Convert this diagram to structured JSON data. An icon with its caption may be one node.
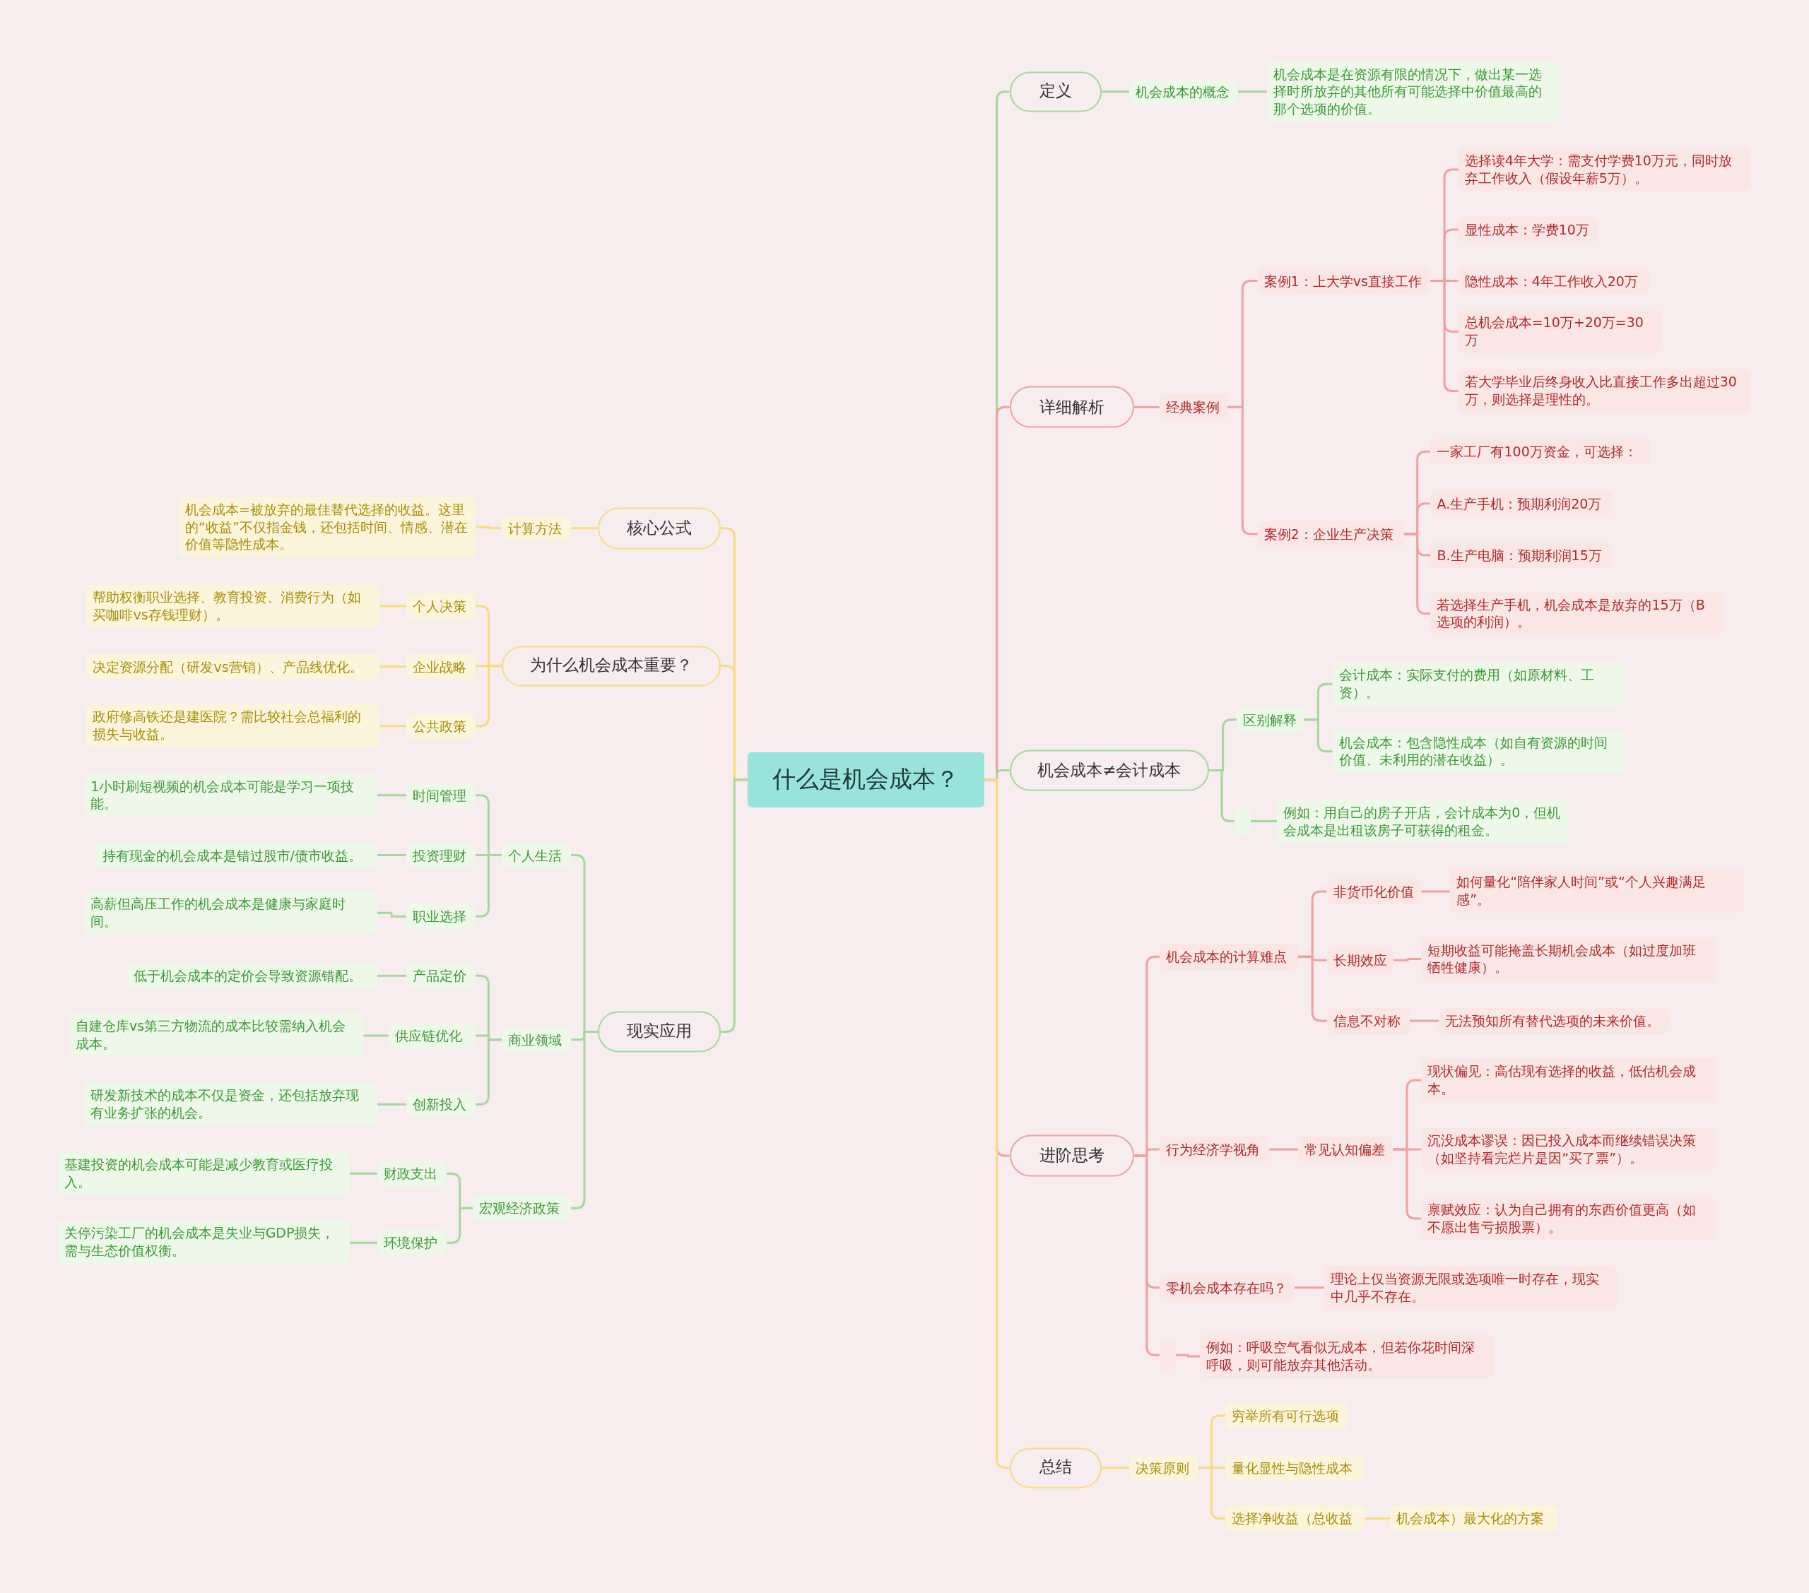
{
  "diagram": {
    "nodes": [
      {
        "text": [
          "什么是机会成本？"
        ]
      },
      {
        "text": [
          "定义"
        ]
      },
      {
        "text": [
          "机会成本的概念"
        ]
      },
      {
        "text": [
          "机会成本是在资源有限的情况下，做出某一选择时所放弃的其他所有可能选择中价值最高的那个选项的价值。"
        ]
      },
      {
        "text": [
          "详细解析"
        ]
      },
      {
        "text": [
          "经典案例"
        ]
      },
      {
        "text": [
          "案例1：上大学vs直接工作"
        ]
      },
      {
        "text": [
          "选择读4年大学：需支付学费10万元，同时放弃工作收入（假设年薪5万）。"
        ]
      },
      {
        "text": [
          "显性成本：学费10万"
        ]
      },
      {
        "text": [
          "隐性成本：4年工作收入20万"
        ]
      },
      {
        "text": [
          "总机会成本=10万+20万=30万"
        ]
      },
      {
        "text": [
          "若大学毕业后终身收入比直接工作多出超过30万，则选择是理性的。"
        ]
      },
      {
        "text": [
          "案例2：企业生产决策"
        ]
      },
      {
        "text": [
          "一家工厂有100万资金，可选择："
        ]
      },
      {
        "text": [
          "A.生产手机：预期利润20万"
        ]
      },
      {
        "text": [
          "B.生产电脑：预期利润15万"
        ]
      },
      {
        "text": [
          "若选择生产手机，机会成本是放弃的15万（B选项的利润）。"
        ]
      },
      {
        "text": [
          "机会成本≠会计成本"
        ]
      },
      {
        "text": [
          "区别解释"
        ]
      },
      {
        "text": [
          "会计成本：实际支付的费用（如原材料、工资）。"
        ]
      },
      {
        "text": [
          "机会成本：包含隐性成本（如自有资源的时间价值、未利用的潜在收益）。"
        ]
      },
      {
        "text": [],
        "shape": "box"
      },
      {
        "text": [
          "例如：用自己的房子开店，会计成本为0，但机会成本是出租该房子可获得的租金。"
        ]
      },
      {
        "text": [
          "进阶思考"
        ]
      },
      {
        "text": [
          "机会成本的计算难点"
        ]
      },
      {
        "text": [
          "非货币化价值"
        ]
      },
      {
        "text": [
          "如何量化“陪伴家人时间”或“个人兴趣满足感”。"
        ]
      },
      {
        "text": [
          "长期效应"
        ]
      },
      {
        "text": [
          "短期收益可能掩盖长期机会成本（如过度加班牺牲健康）。"
        ]
      },
      {
        "text": [
          "信息不对称"
        ]
      },
      {
        "text": [
          "无法预知所有替代选项的未来价值。"
        ]
      },
      {
        "text": [
          "行为经济学视角"
        ]
      },
      {
        "text": [
          "常见认知偏差"
        ]
      },
      {
        "text": [
          "现状偏见：高估现有选择的收益，低估机会成本。"
        ]
      },
      {
        "text": [
          "沉没成本谬误：因已投入成本而继续错误决策（如坚持看完烂片是因“买了票”）。"
        ]
      },
      {
        "text": [
          "禀赋效应：认为自己拥有的东西价值更高（如不愿出售亏损股票）。"
        ]
      },
      {
        "text": [
          "零机会成本存在吗？"
        ]
      },
      {
        "text": [
          "理论上仅当资源无限或选项唯一时存在，现实中几乎不存在。"
        ]
      },
      {
        "text": [],
        "shape": "box"
      },
      {
        "text": [
          "例如：呼吸空气看似无成本，但若你花时间深呼吸，则可能放弃其他活动。"
        ]
      },
      {
        "text": [
          "总结"
        ]
      },
      {
        "text": [
          "决策原则"
        ]
      },
      {
        "text": [
          "穷举所有可行选项"
        ]
      },
      {
        "text": [
          "量化显性与隐性成本"
        ]
      },
      {
        "text": [
          "选择净收益（总收益"
        ]
      },
      {
        "text": [
          "机会成本）最大化的方案"
        ]
      },
      {
        "text": [
          "核心公式"
        ]
      },
      {
        "text": [
          "计算方法"
        ]
      },
      {
        "text": [
          "机会成本=被放弃的最佳替代选择的收益。这里的“收益”不仅指金钱，还包括时间、情感、潜在价值等隐性成本。"
        ]
      },
      {
        "text": [
          "为什么机会成本重要？"
        ]
      },
      {
        "text": [
          "个人决策"
        ]
      },
      {
        "text": [
          "帮助权衡职业选择、教育投资、消费行为（如买咖啡vs存钱理财）。"
        ]
      },
      {
        "text": [
          "企业战略"
        ]
      },
      {
        "text": [
          "决定资源分配（研发vs营销）、产品线优化。"
        ]
      },
      {
        "text": [
          "公共政策"
        ]
      },
      {
        "text": [
          "政府修高铁还是建医院？需比较社会总福利的损失与收益。"
        ]
      },
      {
        "text": [
          "现实应用"
        ]
      },
      {
        "text": [
          "个人生活"
        ]
      },
      {
        "text": [
          "时间管理"
        ]
      },
      {
        "text": [
          "1小时刷短视频的机会成本可能是学习一项技能。"
        ]
      },
      {
        "text": [
          "投资理财"
        ]
      },
      {
        "text": [
          "持有现金的机会成本是错过股市/债市收益。"
        ]
      },
      {
        "text": [
          "职业选择"
        ]
      },
      {
        "text": [
          "高薪但高压工作的机会成本是健康与家庭时间。"
        ]
      },
      {
        "text": [
          "商业领域"
        ]
      },
      {
        "text": [
          "产品定价"
        ]
      },
      {
        "text": [
          "低于机会成本的定价会导致资源错配。"
        ]
      },
      {
        "text": [
          "供应链优化"
        ]
      },
      {
        "text": [
          "自建仓库vs第三方物流的成本比较需纳入机会成本。"
        ]
      },
      {
        "text": [
          "创新投入"
        ]
      },
      {
        "text": [
          "研发新技术的成本不仅是资金，还包括放弃现有业务扩张的机会。"
        ]
      },
      {
        "text": [
          "宏观经济政策"
        ]
      },
      {
        "text": [
          "财政支出"
        ]
      },
      {
        "text": [
          "基建投资的机会成本可能是减少教育或医疗投入。"
        ]
      },
      {
        "text": [
          "环境保护"
        ]
      },
      {
        "text": [
          "关停污染工厂的机会成本是失业与GDP损失，需与生态价值权衡。"
        ]
      }
    ],
    "edges": [
      {
        "from": 0,
        "to": 1,
        "arrow": "none",
        "color": "#a6d89e"
      },
      {
        "from": 0,
        "to": 4,
        "arrow": "none",
        "color": "#eea2a2"
      },
      {
        "from": 0,
        "to": 17,
        "arrow": "none",
        "color": "#a6d89e"
      },
      {
        "from": 0,
        "to": 23,
        "arrow": "none",
        "color": "#eea2a2"
      },
      {
        "from": 0,
        "to": 40,
        "arrow": "none",
        "color": "#f6dc82"
      },
      {
        "from": 0,
        "to": 46,
        "arrow": "none",
        "color": "#f6dc82"
      },
      {
        "from": 0,
        "to": 49,
        "arrow": "none",
        "color": "#f6dc82"
      },
      {
        "from": 0,
        "to": 56,
        "arrow": "none",
        "color": "#a6d89e"
      },
      {
        "from": 1,
        "to": 2,
        "arrow": "none",
        "color": "#a6d89e"
      },
      {
        "from": 2,
        "to": 3,
        "arrow": "none",
        "color": "#a6d89e"
      },
      {
        "from": 4,
        "to": 5,
        "arrow": "none",
        "color": "#eea2a2"
      },
      {
        "from": 5,
        "to": 6,
        "arrow": "none",
        "color": "#eea2a2"
      },
      {
        "from": 5,
        "to": 12,
        "arrow": "none",
        "color": "#eea2a2"
      },
      {
        "from": 6,
        "to": 7,
        "arrow": "none",
        "color": "#eea2a2"
      },
      {
        "from": 6,
        "to": 8,
        "arrow": "none",
        "color": "#eea2a2"
      },
      {
        "from": 6,
        "to": 9,
        "arrow": "none",
        "color": "#eea2a2"
      },
      {
        "from": 6,
        "to": 10,
        "arrow": "none",
        "color": "#eea2a2"
      },
      {
        "from": 6,
        "to": 11,
        "arrow": "none",
        "color": "#eea2a2"
      },
      {
        "from": 12,
        "to": 13,
        "arrow": "none",
        "color": "#eea2a2"
      },
      {
        "from": 12,
        "to": 14,
        "arrow": "none",
        "color": "#eea2a2"
      },
      {
        "from": 12,
        "to": 15,
        "arrow": "none",
        "color": "#eea2a2"
      },
      {
        "from": 12,
        "to": 16,
        "arrow": "none",
        "color": "#eea2a2"
      },
      {
        "from": 17,
        "to": 18,
        "arrow": "none",
        "color": "#a6d89e"
      },
      {
        "from": 18,
        "to": 19,
        "arrow": "none",
        "color": "#a6d89e"
      },
      {
        "from": 18,
        "to": 20,
        "arrow": "none",
        "color": "#a6d89e"
      },
      {
        "from": 17,
        "to": 21,
        "arrow": "none",
        "color": "#a6d89e"
      },
      {
        "from": 21,
        "to": 22,
        "arrow": "none",
        "color": "#a6d89e"
      },
      {
        "from": 23,
        "to": 24,
        "arrow": "none",
        "color": "#eea2a2"
      },
      {
        "from": 24,
        "to": 25,
        "arrow": "none",
        "color": "#eea2a2"
      },
      {
        "from": 25,
        "to": 26,
        "arrow": "none",
        "color": "#eea2a2"
      },
      {
        "from": 24,
        "to": 27,
        "arrow": "none",
        "color": "#eea2a2"
      },
      {
        "from": 27,
        "to": 28,
        "arrow": "none",
        "color": "#eea2a2"
      },
      {
        "from": 24,
        "to": 29,
        "arrow": "none",
        "color": "#eea2a2"
      },
      {
        "from": 29,
        "to": 30,
        "arrow": "none",
        "color": "#eea2a2"
      },
      {
        "from": 23,
        "to": 31,
        "arrow": "none",
        "color": "#eea2a2"
      },
      {
        "from": 31,
        "to": 32,
        "arrow": "none",
        "color": "#eea2a2"
      },
      {
        "from": 32,
        "to": 33,
        "arrow": "none",
        "color": "#eea2a2"
      },
      {
        "from": 32,
        "to": 34,
        "arrow": "none",
        "color": "#eea2a2"
      },
      {
        "from": 32,
        "to": 35,
        "arrow": "none",
        "color": "#eea2a2"
      },
      {
        "from": 23,
        "to": 36,
        "arrow": "none",
        "color": "#eea2a2"
      },
      {
        "from": 36,
        "to": 37,
        "arrow": "none",
        "color": "#eea2a2"
      },
      {
        "from": 23,
        "to": 38,
        "arrow": "none",
        "color": "#eea2a2"
      },
      {
        "from": 38,
        "to": 39,
        "arrow": "none",
        "color": "#eea2a2"
      },
      {
        "from": 40,
        "to": 41,
        "arrow": "none",
        "color": "#f6dc82"
      },
      {
        "from": 41,
        "to": 42,
        "arrow": "none",
        "color": "#f6dc82"
      },
      {
        "from": 41,
        "to": 43,
        "arrow": "none",
        "color": "#f6dc82"
      },
      {
        "from": 41,
        "to": 44,
        "arrow": "none",
        "color": "#f6dc82"
      },
      {
        "from": 44,
        "to": 45,
        "arrow": "none",
        "color": "#f6dc82"
      },
      {
        "from": 46,
        "to": 47,
        "arrow": "none",
        "color": "#f6dc82"
      },
      {
        "from": 47,
        "to": 48,
        "arrow": "none",
        "color": "#f6dc82"
      },
      {
        "from": 49,
        "to": 50,
        "arrow": "none",
        "color": "#f6dc82"
      },
      {
        "from": 50,
        "to": 51,
        "arrow": "none",
        "color": "#f6dc82"
      },
      {
        "from": 49,
        "to": 52,
        "arrow": "none",
        "color": "#f6dc82"
      },
      {
        "from": 52,
        "to": 53,
        "arrow": "none",
        "color": "#f6dc82"
      },
      {
        "from": 49,
        "to": 54,
        "arrow": "none",
        "color": "#f6dc82"
      },
      {
        "from": 54,
        "to": 55,
        "arrow": "none",
        "color": "#f6dc82"
      },
      {
        "from": 56,
        "to": 57,
        "arrow": "none",
        "color": "#a6d89e"
      },
      {
        "from": 57,
        "to": 58,
        "arrow": "none",
        "color": "#a6d89e"
      },
      {
        "from": 58,
        "to": 59,
        "arrow": "none",
        "color": "#a6d89e"
      },
      {
        "from": 57,
        "to": 60,
        "arrow": "none",
        "color": "#a6d89e"
      },
      {
        "from": 60,
        "to": 61,
        "arrow": "none",
        "color": "#a6d89e"
      },
      {
        "from": 57,
        "to": 62,
        "arrow": "none",
        "color": "#a6d89e"
      },
      {
        "from": 62,
        "to": 63,
        "arrow": "none",
        "color": "#a6d89e"
      },
      {
        "from": 56,
        "to": 64,
        "arrow": "none",
        "color": "#a6d89e"
      },
      {
        "from": 64,
        "to": 65,
        "arrow": "none",
        "color": "#a6d89e"
      },
      {
        "from": 65,
        "to": 66,
        "arrow": "none",
        "color": "#a6d89e"
      },
      {
        "from": 64,
        "to": 67,
        "arrow": "none",
        "color": "#a6d89e"
      },
      {
        "from": 67,
        "to": 68,
        "arrow": "none",
        "color": "#a6d89e"
      },
      {
        "from": 64,
        "to": 69,
        "arrow": "none",
        "color": "#a6d89e"
      },
      {
        "from": 69,
        "to": 70,
        "arrow": "none",
        "color": "#a6d89e"
      },
      {
        "from": 56,
        "to": 71,
        "arrow": "none",
        "color": "#a6d89e"
      },
      {
        "from": 71,
        "to": 72,
        "arrow": "none",
        "color": "#a6d89e"
      },
      {
        "from": 72,
        "to": 73,
        "arrow": "none",
        "color": "#a6d89e"
      },
      {
        "from": 71,
        "to": 74,
        "arrow": "none",
        "color": "#a6d89e"
      },
      {
        "from": 74,
        "to": 75,
        "arrow": "none",
        "color": "#a6d89e"
      }
    ]
  }
}
